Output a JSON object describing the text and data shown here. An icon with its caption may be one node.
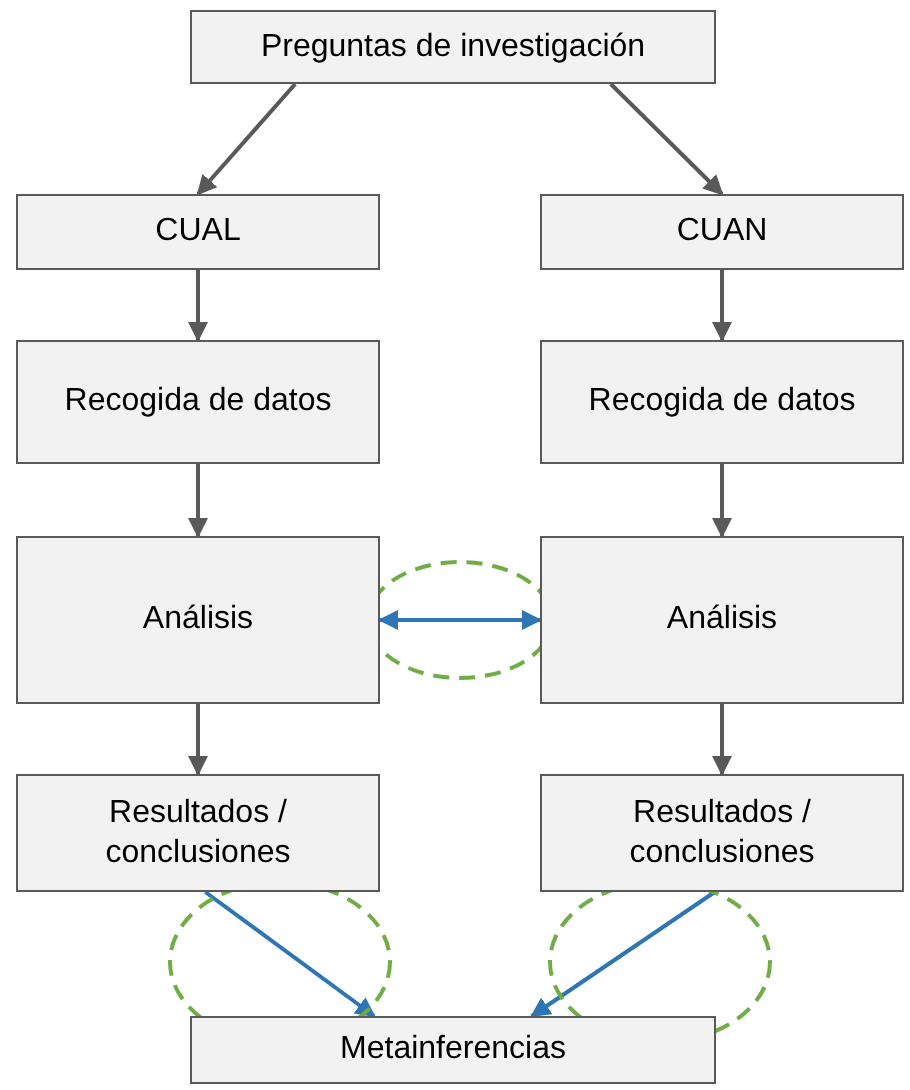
{
  "diagram": {
    "nodes": [
      {
        "text": [
          "Preguntas de investigación"
        ]
      },
      {
        "text": [
          "CUAL"
        ]
      },
      {
        "text": [
          "CUAN"
        ]
      },
      {
        "text": [
          "Recogida de datos"
        ]
      },
      {
        "text": [
          "Recogida de datos"
        ]
      },
      {
        "text": [
          "Análisis"
        ]
      },
      {
        "text": [
          "Análisis"
        ]
      },
      {
        "text": [
          "Resultados / conclusiones"
        ]
      },
      {
        "text": [
          "Resultados / conclusiones"
        ]
      },
      {
        "text": [
          "Metainferencias"
        ]
      }
    ],
    "edges": [
      {
        "from": 0,
        "to": 1,
        "arrow": "to"
      },
      {
        "from": 0,
        "to": 2,
        "arrow": "to"
      },
      {
        "from": 1,
        "to": 3,
        "arrow": "to"
      },
      {
        "from": 2,
        "to": 4,
        "arrow": "to"
      },
      {
        "from": 3,
        "to": 5,
        "arrow": "to"
      },
      {
        "from": 4,
        "to": 6,
        "arrow": "to"
      },
      {
        "from": 5,
        "to": 6,
        "arrow": "both",
        "color": "#2e75b6"
      },
      {
        "from": 5,
        "to": 7,
        "arrow": "to"
      },
      {
        "from": 6,
        "to": 8,
        "arrow": "to"
      },
      {
        "from": 7,
        "to": 9,
        "arrow": "to",
        "color": "#2e75b6"
      },
      {
        "from": 8,
        "to": 9,
        "arrow": "to",
        "color": "#2e75b6"
      }
    ]
  }
}
